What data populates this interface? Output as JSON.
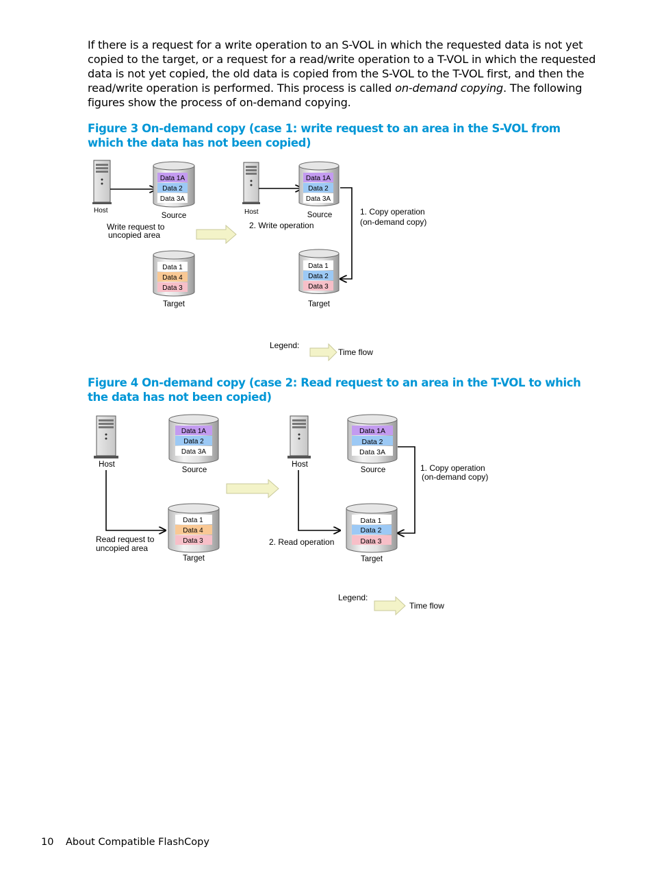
{
  "body": {
    "para_before": "If there is a request for a write operation to an S-VOL in which the requested data is not yet copied to the target, or a request for a read/write operation to a T-VOL in which the requested data is not yet copied, the old data is copied from the S-VOL to the T-VOL first, and then the read/write operation is performed. This process is called ",
    "para_em": "on-demand copying",
    "para_after": ". The following figures show the process of on-demand copying."
  },
  "fig3": {
    "title": "Figure 3 On-demand copy (case 1: write request to an area in the S-VOL from which the data has not been copied)",
    "host_left": "Host",
    "host_right": "Host",
    "source_left": "Source",
    "source_right": "Source",
    "target_left": "Target",
    "target_right": "Target",
    "source_left_rows": [
      "Data 1A",
      "Data 2",
      "Data 3A"
    ],
    "source_right_rows": [
      "Data 1A",
      "Data 2",
      "Data 3A"
    ],
    "target_left_rows": [
      "Data 1",
      "Data 4",
      "Data 3"
    ],
    "target_right_rows": [
      "Data 1",
      "Data 2",
      "Data 3"
    ],
    "request_line1": "Write request to",
    "request_line2": "uncopied area",
    "operation": "2. Write operation",
    "copy_line1": "1. Copy operation",
    "copy_line2": "(on-demand copy)",
    "legend": "Legend:",
    "time_flow": "Time flow"
  },
  "fig4": {
    "title": "Figure 4 On-demand copy (case 2: Read request to an area in the T-VOL to which the data has not been copied)",
    "host_left": "Host",
    "host_right": "Host",
    "source_left": "Source",
    "source_right": "Source",
    "target_left": "Target",
    "target_right": "Target",
    "source_left_rows": [
      "Data 1A",
      "Data 2",
      "Data 3A"
    ],
    "source_right_rows": [
      "Data 1A",
      "Data 2",
      "Data 3A"
    ],
    "target_left_rows": [
      "Data 1",
      "Data 4",
      "Data 3"
    ],
    "target_right_rows": [
      "Data 1",
      "Data 2",
      "Data 3"
    ],
    "request_line1": "Read request to",
    "request_line2": "uncopied area",
    "operation": "2. Read operation",
    "copy_line1": "1. Copy operation",
    "copy_line2": "(on-demand copy)",
    "legend": "Legend:",
    "time_flow": "Time flow"
  },
  "colors": {
    "purple": "#c39bf0",
    "blue": "#9cc9f5",
    "orange": "#f9c894",
    "pink": "#f7bfc8",
    "white": "#ffffff",
    "heading": "#0096d6",
    "arrow_fill": "#f3f3c8"
  },
  "footer": {
    "page_number": "10",
    "section": "About Compatible FlashCopy"
  }
}
